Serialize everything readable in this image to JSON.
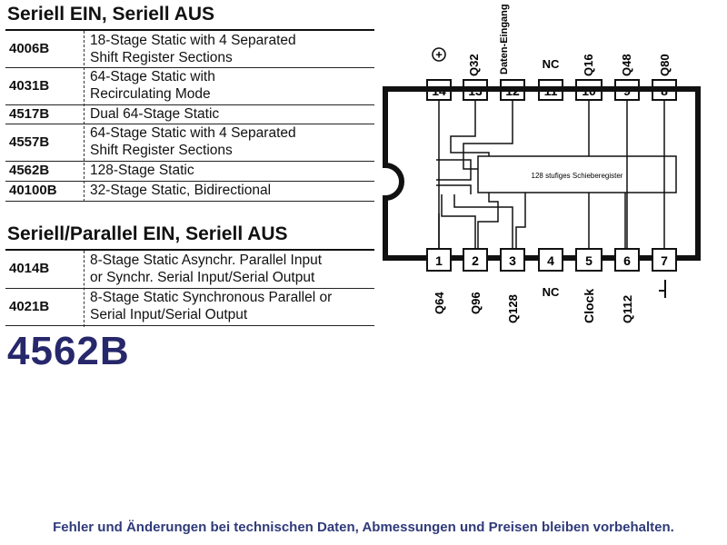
{
  "section1": {
    "title": "Seriell EIN, Seriell AUS",
    "rows": [
      {
        "part": "4006B",
        "lines": [
          "18-Stage Static with 4 Separated",
          "Shift Register Sections"
        ]
      },
      {
        "part": "4031B",
        "lines": [
          "64-Stage Static with",
          "Recirculating Mode"
        ]
      },
      {
        "part": "4517B",
        "lines": [
          "Dual 64-Stage Static"
        ]
      },
      {
        "part": "4557B",
        "lines": [
          "64-Stage Static with 4 Separated",
          "Shift Register Sections"
        ]
      },
      {
        "part": "4562B",
        "lines": [
          "128-Stage Static"
        ]
      },
      {
        "part": "40100B",
        "lines": [
          "32-Stage Static, Bidirectional"
        ]
      }
    ]
  },
  "section2": {
    "title": "Seriell/Parallel EIN, Seriell AUS",
    "rows": [
      {
        "part": "4014B",
        "lines": [
          "8-Stage Static Asynchr. Parallel Input",
          "or Synchr. Serial Input/Serial Output"
        ]
      },
      {
        "part": "4021B",
        "lines": [
          "8-Stage Static Synchronous Parallel or",
          "Serial Input/Serial Output"
        ]
      }
    ]
  },
  "big_title": "4562B",
  "chip": {
    "block_label": "128 stufiges Schieberegister",
    "top_pins": [
      {
        "num": "14",
        "label": "+"
      },
      {
        "num": "13",
        "label": "Q32"
      },
      {
        "num": "12",
        "label": "Daten-Eingang"
      },
      {
        "num": "11",
        "label": "NC"
      },
      {
        "num": "10",
        "label": "Q16"
      },
      {
        "num": "9",
        "label": "Q48"
      },
      {
        "num": "8",
        "label": "Q80"
      }
    ],
    "bottom_pins": [
      {
        "num": "1",
        "label": "Q64"
      },
      {
        "num": "2",
        "label": "Q96"
      },
      {
        "num": "3",
        "label": "Q128"
      },
      {
        "num": "4",
        "label": "NC"
      },
      {
        "num": "5",
        "label": "Clock"
      },
      {
        "num": "6",
        "label": "Q112"
      },
      {
        "num": "7",
        "label": "⊥"
      }
    ]
  },
  "footer": "Fehler und Änderungen bei technischen Daten, Abmessungen und Preisen bleiben vorbehalten."
}
